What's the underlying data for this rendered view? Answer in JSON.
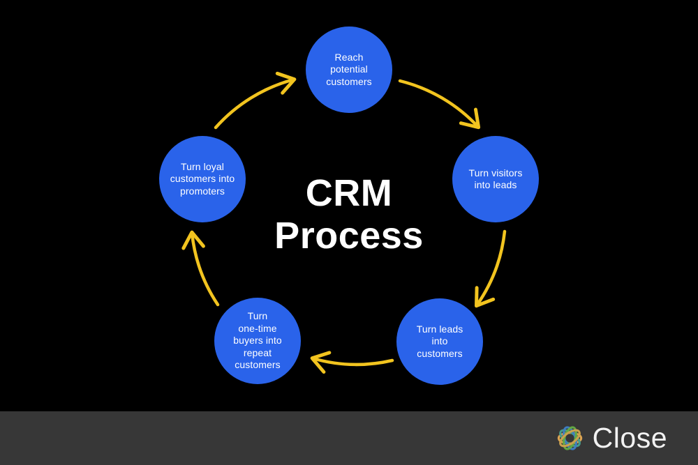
{
  "title": {
    "line1": "CRM",
    "line2": "Process"
  },
  "steps": [
    {
      "id": "reach-potential-customers",
      "label": "Reach\npotential\ncustomers"
    },
    {
      "id": "turn-visitors-into-leads",
      "label": "Turn visitors\ninto leads"
    },
    {
      "id": "turn-leads-into-customers",
      "label": "Turn leads\ninto\ncustomers"
    },
    {
      "id": "turn-one-time-buyers-into-repeat-customers",
      "label": "Turn\none-time\nbuyers into\nrepeat\ncustomers"
    },
    {
      "id": "turn-loyal-customers-into-promoters",
      "label": "Turn loyal\ncustomers into\npromoters"
    }
  ],
  "footer": {
    "brand": "Close"
  },
  "colors": {
    "background": "#000000",
    "circle_fill": "#2A63EA",
    "circle_text": "#FFFFFF",
    "title_text": "#FFFFFF",
    "arrow": "#F2C41F",
    "footer_bg": "#373737",
    "brand_text": "#F2F2F2",
    "logo_blue": "#3E7DC0",
    "logo_green": "#63A845",
    "logo_teal": "#469C8B",
    "logo_orange": "#DCA452",
    "logo_gold": "#C9A14E"
  }
}
